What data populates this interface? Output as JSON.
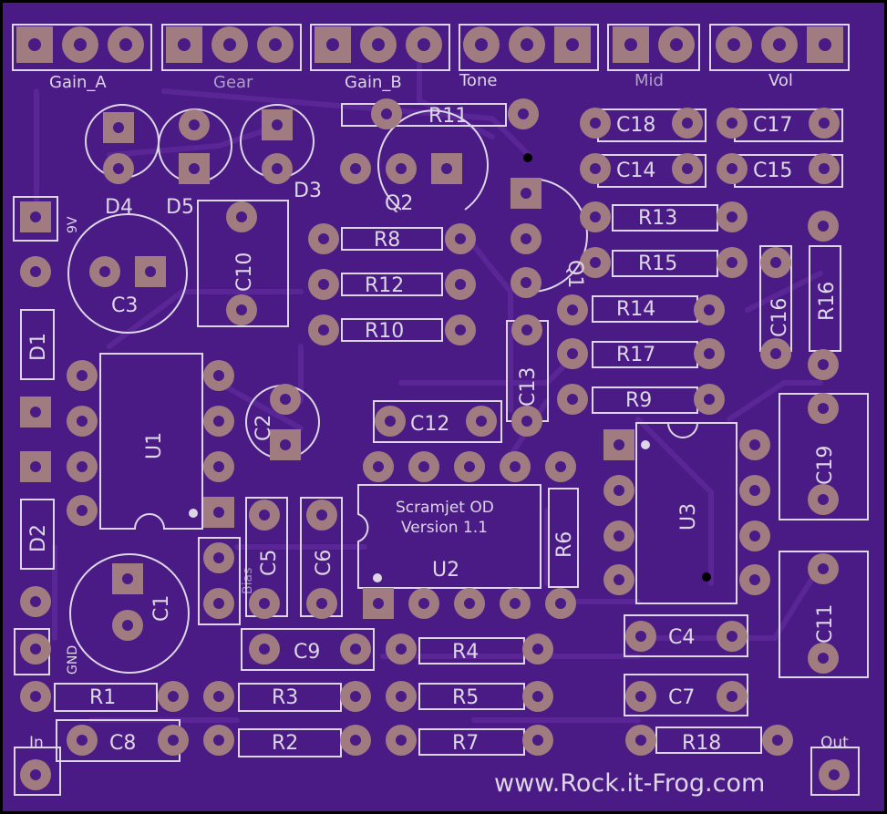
{
  "board": {
    "title": "Scramjet OD",
    "version": "Version 1.1",
    "website": "www.Rock.it-Frog.com",
    "colors": {
      "background": "#000000",
      "board": "#4a1a85",
      "trace": "#5a2696",
      "pad": "#a07c80",
      "drill": "#4a1a85",
      "silk": "#dcd6e6"
    }
  },
  "pots": [
    "Gain_A",
    "Gear",
    "Gain_B",
    "Tone",
    "Mid",
    "Vol"
  ],
  "connectors": {
    "power": "9V",
    "ground": "GND",
    "input": "In",
    "output": "Out",
    "bias": "Bias"
  },
  "ics": {
    "u1": "U1",
    "u2": "U2",
    "u3": "U3"
  },
  "transistors": {
    "q1": "Q1",
    "q2": "Q2"
  },
  "diodes": {
    "d1": "D1",
    "d2": "D2",
    "d3": "D3",
    "d4": "D4",
    "d5": "D5"
  },
  "resistors": {
    "r1": "R1",
    "r2": "R2",
    "r3": "R3",
    "r4": "R4",
    "r5": "R5",
    "r6": "R6",
    "r7": "R7",
    "r8": "R8",
    "r9": "R9",
    "r10": "R10",
    "r11": "R11",
    "r12": "R12",
    "r13": "R13",
    "r14": "R14",
    "r15": "R15",
    "r16": "R16",
    "r17": "R17",
    "r18": "R18"
  },
  "capacitors": {
    "c1": "C1",
    "c2": "C2",
    "c3": "C3",
    "c4": "C4",
    "c5": "C5",
    "c6": "C6",
    "c7": "C7",
    "c8": "C8",
    "c9": "C9",
    "c10": "C10",
    "c11": "C11",
    "c12": "C12",
    "c13": "C13",
    "c14": "C14",
    "c15": "C15",
    "c16": "C16",
    "c17": "C17",
    "c18": "C18",
    "c19": "C19"
  }
}
